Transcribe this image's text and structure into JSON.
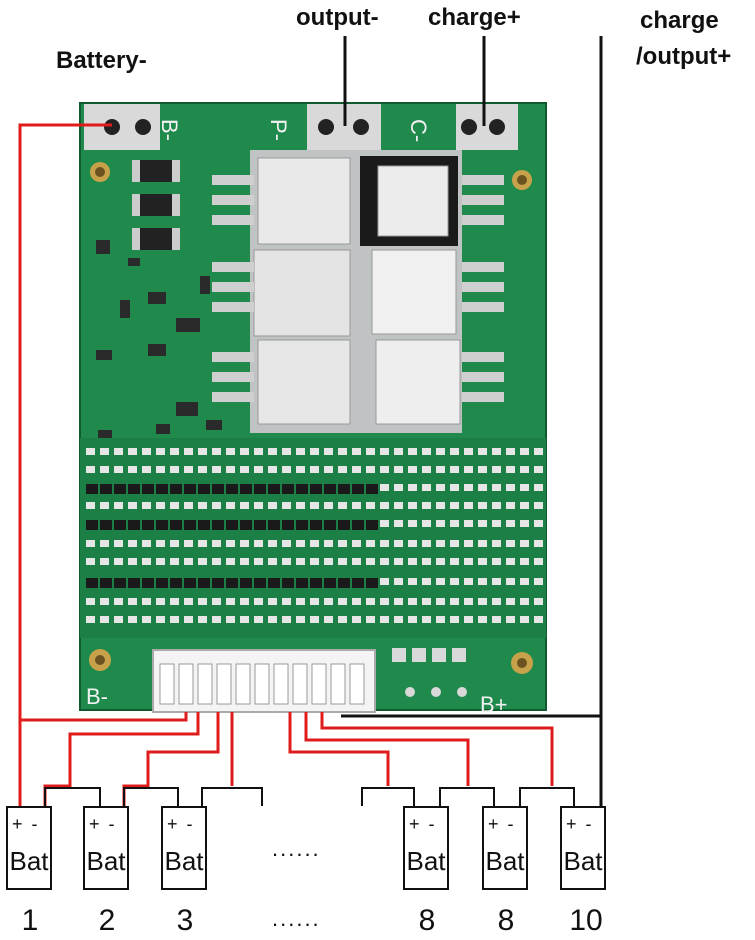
{
  "labels": {
    "battery_minus": "Battery-",
    "output_minus": "output-",
    "charge_plus": "charge+",
    "charge_output_plus_1": "charge",
    "charge_output_plus_2": "/output+"
  },
  "board_silk": {
    "b_minus_top": "B-",
    "p_minus_top": "P-",
    "c_minus_top": "C-",
    "b_minus_bottom": "B-",
    "b_plus_bottom": "B+"
  },
  "batteries": [
    {
      "polarity": "+ -",
      "label": "Bat",
      "number": "1"
    },
    {
      "polarity": "+ -",
      "label": "Bat",
      "number": "2"
    },
    {
      "polarity": "+ -",
      "label": "Bat",
      "number": "3"
    },
    {
      "polarity": "+ -",
      "label": "Bat",
      "number": "8"
    },
    {
      "polarity": "+ -",
      "label": "Bat",
      "number": "8"
    },
    {
      "polarity": "+ -",
      "label": "Bat",
      "number": "10"
    }
  ],
  "ellipsis_middle": "......",
  "ellipsis_bottom": "......",
  "colors": {
    "pcb": "#1f8a4c",
    "pcb_dark": "#146b39",
    "wire_red": "#e01b1b",
    "wire_black": "#111111",
    "pad": "#d9d9d9"
  }
}
